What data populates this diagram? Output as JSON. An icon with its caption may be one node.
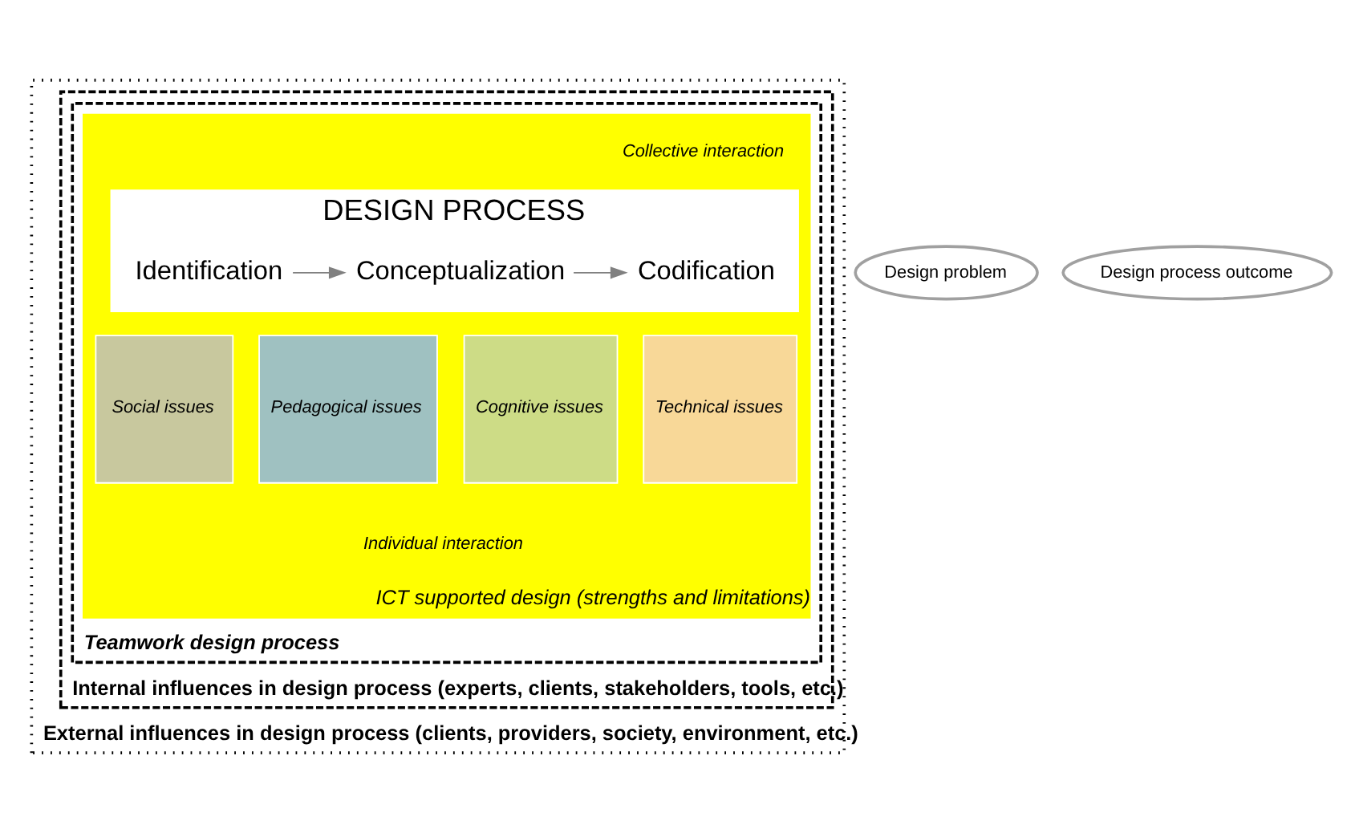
{
  "diagram": {
    "nodes": [
      {
        "text": [
          "External influences in design process (clients, providers, society, environment, etc.)"
        ]
      },
      {
        "text": [
          "Internal influences in design process (experts, clients, stakeholders, tools, etc.)"
        ],
        "in": 0
      },
      {
        "text": [
          "Teamwork design process"
        ],
        "in": 1
      },
      {
        "text": [
          "ICT supported design (strengths and limitations)"
        ],
        "in": 2
      },
      {
        "text": [
          "Collective interaction"
        ],
        "in": 3
      },
      {
        "text": [
          "Individual interaction"
        ],
        "in": 3
      },
      {
        "text": [
          "Social issues"
        ],
        "in": 3
      },
      {
        "text": [
          "Pedagogical issues"
        ],
        "in": 3
      },
      {
        "text": [
          "Cognitive issues"
        ],
        "in": 3
      },
      {
        "text": [
          "Technical issues"
        ],
        "in": 3
      },
      {
        "text": [
          "DESIGN PROCESS"
        ],
        "in": 3
      },
      {
        "text": [
          "Identification"
        ],
        "in": 10
      },
      {
        "text": [
          "Conceptualization"
        ],
        "in": 10
      },
      {
        "text": [
          "Codification"
        ],
        "in": 10
      },
      {
        "text": [
          "Design problem"
        ]
      },
      {
        "text": [
          "Design process outcome"
        ]
      }
    ],
    "edges": [
      {
        "from": 11,
        "to": 12,
        "arrow": "to"
      },
      {
        "from": 12,
        "to": 13,
        "arrow": "to"
      }
    ]
  }
}
